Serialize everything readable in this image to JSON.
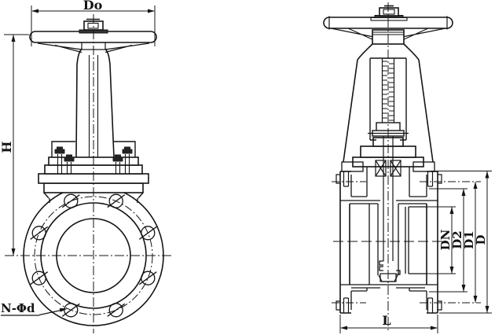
{
  "diagram": {
    "type": "technical-drawing",
    "colors": {
      "line": "#141414",
      "background": "#ffffff"
    },
    "front_view": {
      "labels": {
        "handwheel_diameter": "Do",
        "height": "H",
        "bolt_holes": "N-Φd"
      },
      "bolt_hole_count": 8
    },
    "side_view": {
      "labels": {
        "bore_diameter": "DN",
        "raised_face_diameter": "D2",
        "bolt_circle_diameter": "D1",
        "flange_outer_diameter": "D",
        "face_to_face_length": "L"
      }
    }
  }
}
